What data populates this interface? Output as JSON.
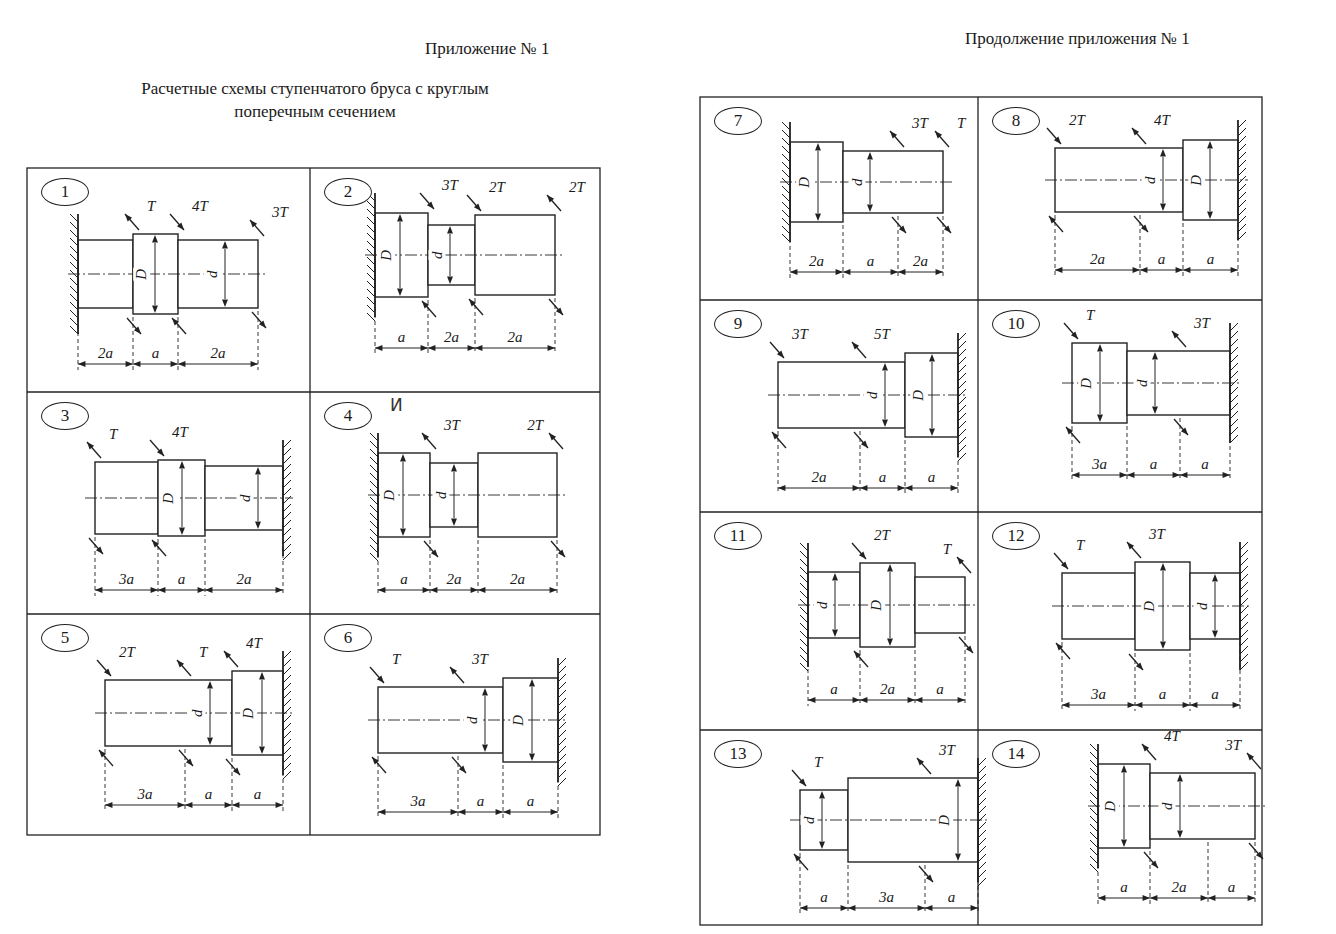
{
  "diagram": {
    "title": "Расчетные схемы ступенчатого бруса с круглым поперечным сечением",
    "nodes": [
      {
        "text": [
          "1"
        ]
      },
      {
        "text": [
          "2"
        ]
      },
      {
        "text": [
          "3"
        ]
      },
      {
        "text": [
          "4"
        ]
      },
      {
        "text": [
          "5"
        ]
      },
      {
        "text": [
          "6"
        ]
      },
      {
        "text": [
          "7"
        ]
      },
      {
        "text": [
          "8"
        ]
      },
      {
        "text": [
          "9"
        ]
      },
      {
        "text": [
          "10"
        ]
      },
      {
        "text": [
          "11"
        ]
      },
      {
        "text": [
          "12"
        ]
      },
      {
        "text": [
          "13"
        ]
      },
      {
        "text": [
          "14"
        ]
      }
    ],
    "labels": [
      "Приложение № 1",
      "Продолжение приложения № 1",
      "И",
      "T",
      "4T",
      "3T",
      "D",
      "d",
      "2a",
      "a",
      "2a",
      "3T",
      "2T",
      "2T",
      "D",
      "d",
      "a",
      "2a",
      "2a",
      "T",
      "4T",
      "D",
      "d",
      "3a",
      "a",
      "2a",
      "3T",
      "2T",
      "D",
      "d",
      "a",
      "2a",
      "2a",
      "2T",
      "T",
      "4T",
      "d",
      "D",
      "3a",
      "a",
      "a",
      "T",
      "3T",
      "d",
      "D",
      "3a",
      "a",
      "a",
      "3T",
      "T",
      "D",
      "d",
      "2a",
      "a",
      "2a",
      "2T",
      "4T",
      "d",
      "D",
      "2a",
      "a",
      "a",
      "3T",
      "5T",
      "d",
      "D",
      "2a",
      "a",
      "a",
      "T",
      "3T",
      "D",
      "d",
      "3a",
      "a",
      "a",
      "2T",
      "T",
      "d",
      "D",
      "a",
      "2a",
      "a",
      "T",
      "3T",
      "D",
      "d",
      "3a",
      "a",
      "a",
      "T",
      "3T",
      "d",
      "D",
      "a",
      "3a",
      "a",
      "4T",
      "3T",
      "D",
      "d",
      "a",
      "2a",
      "a"
    ]
  }
}
